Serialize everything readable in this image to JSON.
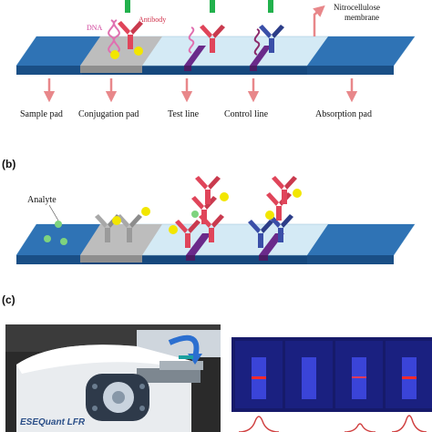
{
  "panel_a": {
    "labels": {
      "dna": "DNA",
      "antibody": "Antibody",
      "nitrocellulose": "Nitrocellulose",
      "membrane": "membrane",
      "sample_pad": "Sample pad",
      "conjugation_pad": "Conjugation pad",
      "test_line": "Test line",
      "control_line": "Control line",
      "absorption_pad": "Absorption pad"
    },
    "colors": {
      "pad": "#1f5fa0",
      "membrane": "#cfe6f2",
      "conjugation": "#b9b9b9",
      "arrow": "#e8878a",
      "green": "#22b14c",
      "antibody_red": "#e0455a",
      "antibody_blue": "#3a4fa8",
      "dna": "#e070b0",
      "gold": "#f2e600"
    }
  },
  "panel_b": {
    "label": "(b)",
    "analyte": "Analyte"
  },
  "panel_c": {
    "label": "(c)",
    "device_text": "ESEQuant LFR"
  }
}
